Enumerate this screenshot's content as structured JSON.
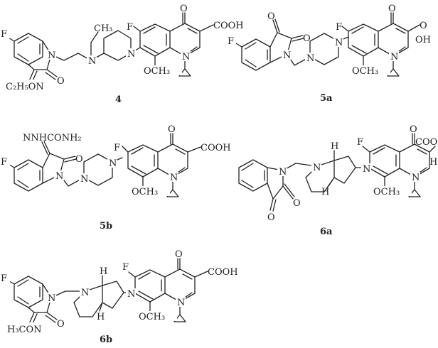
{
  "compounds": [
    {
      "label": "4",
      "atoms": {
        "F": "F",
        "O_keto": "O",
        "COOH": "COOH",
        "F_ring": "F",
        "N_indole": "N",
        "O_amide": "O",
        "oxime": "C₂H₅ON",
        "N_amine": "N",
        "CH3": "CH₃",
        "N_pip": "N",
        "OCH3": "OCH₃",
        "N_quin": "N"
      }
    },
    {
      "label": "5a",
      "atoms": {
        "O_top": "O",
        "O_side": "O",
        "F_isatin": "F",
        "N_isatin": "N",
        "N_pz_top": "N",
        "N_pz_bot": "N",
        "F_ring": "F",
        "O_keto": "O",
        "COOH_O": "O",
        "COOH_OH": "OH",
        "OCH3": "OCH₃",
        "N_quin": "N"
      }
    },
    {
      "label": "5b",
      "atoms": {
        "hydrazone": "NNHCONH₂",
        "F_ring": "F",
        "O_keto": "O",
        "COOH": "COOH",
        "F_isatin": "F",
        "O_isatin": "O",
        "N_isatin": "N",
        "N_pz_top": "N",
        "N_pz_bot": "N",
        "OCH3": "OCH₃",
        "N_quin": "N"
      }
    },
    {
      "label": "6a",
      "atoms": {
        "N_isatin": "N",
        "O_1": "O",
        "O_2": "O",
        "N_bicyc": "N",
        "H_top": "H",
        "H_bot": "H",
        "N_pyrrol": "N",
        "F_ring": "F",
        "O_keto": "O",
        "COO": "COO",
        "H_acid": "H",
        "OCH3": "OCH₃",
        "N_quin": "N"
      }
    },
    {
      "label": "6b",
      "atoms": {
        "F_isatin": "F",
        "N_isatin": "N",
        "O_amide": "O",
        "oxime": "H₃CON",
        "N_bicyc": "N",
        "H_top": "H",
        "H_bot": "H",
        "N_pyrrol": "N",
        "F_ring": "F",
        "O_keto": "O",
        "COOH": "COOH",
        "OCH3": "OCH₃",
        "N_quin": "N"
      }
    }
  ]
}
